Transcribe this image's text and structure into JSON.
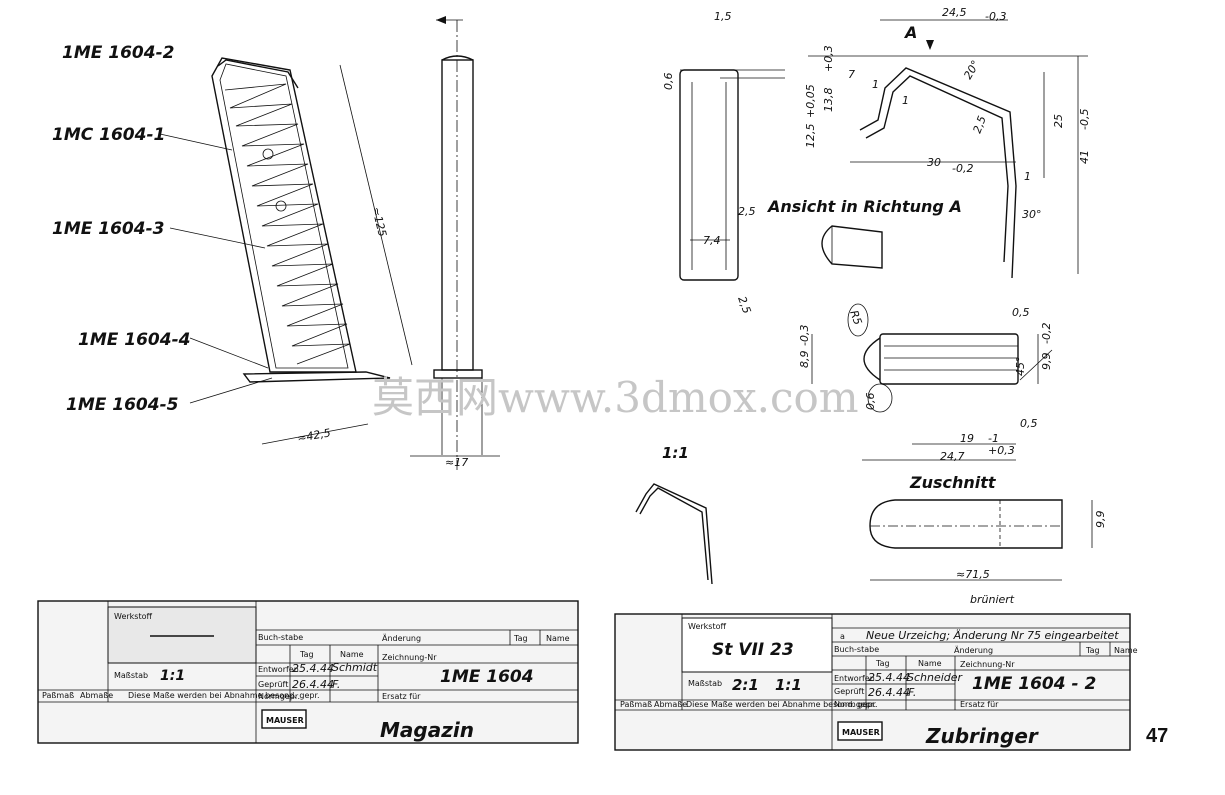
{
  "parts": {
    "follower": "1ME 1604-2",
    "body": "1MC 1604-1",
    "spring": "1ME 1604-3",
    "base": "1ME 1604-4",
    "floorplate": "1ME 1604-5"
  },
  "magazine_dims": {
    "height": "≈125",
    "width": "≈42,5",
    "depth": "≈17"
  },
  "follower_dims": {
    "d1": "1,5",
    "d2": "0,6",
    "d3": "2,5",
    "d4": "7,4",
    "d5": "2,5",
    "top": "24,5",
    "top_tol": "-0,3",
    "a": "7",
    "b": "13,8",
    "b_tol": "+0,3",
    "c": "12,5",
    "c_tol": "+0,05",
    "d": "1",
    "e": "1",
    "f": "20°",
    "g": "2,5",
    "h": "30",
    "h_tol": "-0,2",
    "i": "25",
    "j": "41",
    "j_tol": "-0,5",
    "k": "1",
    "l": "30°",
    "view_label": "Ansicht in Richtung A",
    "arrow_label": "A",
    "m": "0,5",
    "n": "R5",
    "o": "8,9",
    "o_tol": "-0,3",
    "p": "9,9",
    "p_tol": "-0,2",
    "q": "45°",
    "r": "0,6",
    "s": "0,5",
    "t": "19",
    "t_tol": "-1",
    "u": "24,7",
    "u_tol": "+0,3",
    "scale_label": "1:1"
  },
  "blank": {
    "title": "Zuschnitt",
    "width": "9,9",
    "length": "≈71,5",
    "finish": "brüniert"
  },
  "watermark": "莫西网www.3dmox.com",
  "title_block_left": {
    "werkstoff_label": "Werkstoff",
    "buch_label": "Buch-stabe",
    "aenderung_label": "Änderung",
    "tag_label": "Tag",
    "name_label": "Name",
    "zeichnung_label": "Zeichnung-Nr",
    "number": "1ME 1604",
    "massstab_label": "Maßstab",
    "scale": "1:1",
    "entworfen_label": "Entworfen",
    "entworfen_date": "25.4.44",
    "entworfen_name": "Schmidt",
    "geprueft_label": "Geprüft",
    "geprueft_date": "26.4.44",
    "geprueft_name": "F.",
    "normgepr_label": "Normgepr.",
    "ersatz_label": "Ersatz für",
    "passmass_label": "Paßmaß",
    "abmasse_label": "Abmaße",
    "note": "Diese Maße werden bei Abnahme besond. gepr.",
    "logo": "MAUSER",
    "title": "Magazin"
  },
  "title_block_right": {
    "werkstoff_label": "Werkstoff",
    "material": "St VII 23",
    "rev_letter": "a",
    "rev_text": "Neue Urzeichg; Änderung Nr 75 eingearbeitet",
    "buch_label": "Buch-stabe",
    "aenderung_label": "Änderung",
    "tag_label": "Tag",
    "name_label": "Name",
    "zeichnung_label": "Zeichnung-Nr",
    "number": "1ME 1604 - 2",
    "massstab_label": "Maßstab",
    "scale1": "2:1",
    "scale2": "1:1",
    "entworfen_label": "Entworfen",
    "entworfen_date": "25.4.44",
    "entworfen_name": "Schneider",
    "geprueft_label": "Geprüft",
    "geprueft_date": "26.4.44",
    "geprueft_name": "F.",
    "normgepr_label": "Normgepr.",
    "ersatz_label": "Ersatz für",
    "passmass_label": "Paßmaß",
    "abmasse_label": "Abmaße",
    "note": "Diese Maße werden bei Abnahme besond. gepr.",
    "logo": "MAUSER",
    "title": "Zubringer"
  },
  "page_number": "47"
}
